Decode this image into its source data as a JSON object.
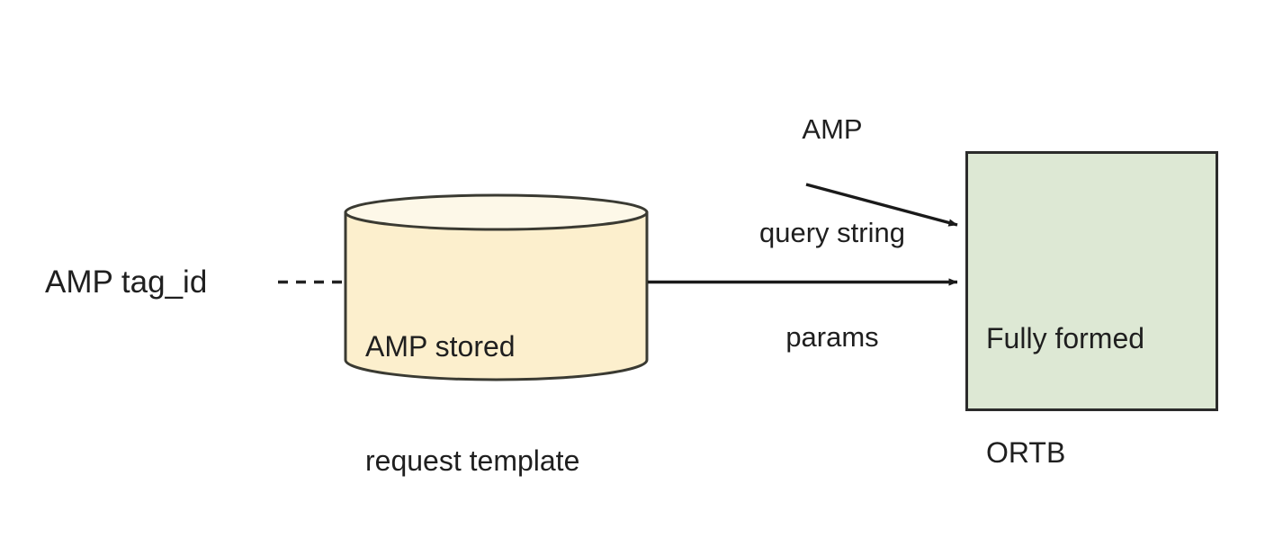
{
  "diagram": {
    "type": "flow-diagram",
    "background_color": "#ffffff",
    "nodes": [
      {
        "id": "amp-tag-id",
        "shape": "text",
        "label": "AMP tag_id",
        "text_color": "#1f1f1f"
      },
      {
        "id": "amp-stored-request-template",
        "shape": "cylinder",
        "label_lines": [
          "AMP stored",
          "request template"
        ],
        "fill_color": "#fcefcd",
        "top_fill_color": "#fdf8e8",
        "stroke_color": "#3a3a32"
      },
      {
        "id": "amp-query-string-params",
        "shape": "text",
        "label_lines": [
          "AMP",
          "query string",
          "params"
        ],
        "text_color": "#1f1f1f"
      },
      {
        "id": "fully-formed-ortb",
        "shape": "rectangle",
        "label_lines": [
          "Fully formed",
          "ORTB"
        ],
        "fill_color": "#dde8d4",
        "stroke_color": "#2b2b2b"
      }
    ],
    "edges": [
      {
        "id": "tag-id-to-template",
        "from": "amp-tag-id",
        "to": "amp-stored-request-template",
        "style": "dashed",
        "arrowhead": "none",
        "color": "#222222"
      },
      {
        "id": "template-to-ortb",
        "from": "amp-stored-request-template",
        "to": "fully-formed-ortb",
        "style": "solid",
        "arrowhead": "filled-triangle",
        "color": "#1a1a1a"
      },
      {
        "id": "params-to-ortb",
        "from": "amp-query-string-params",
        "to": "fully-formed-ortb",
        "style": "solid",
        "arrowhead": "filled-triangle",
        "color": "#1a1a1a"
      }
    ]
  }
}
